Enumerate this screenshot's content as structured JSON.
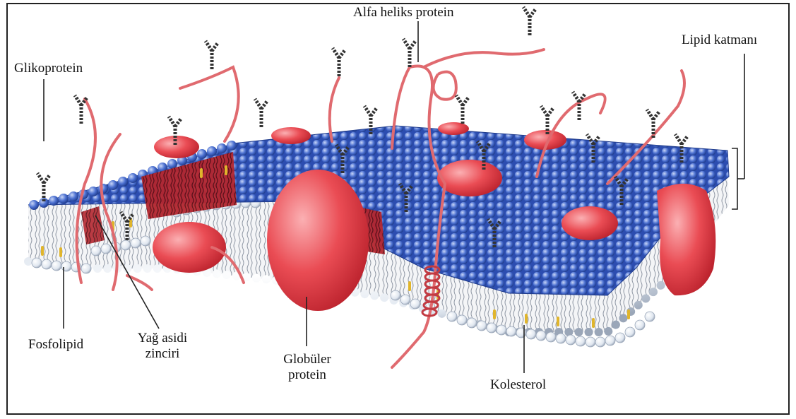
{
  "labels": {
    "glycoprotein": "Glikoprotein",
    "alpha_helix_protein": "Alfa heliks protein",
    "lipid_layer": "Lipid katmanı",
    "phospholipid": "Fosfolipid",
    "fatty_acid_chain_line1": "Yağ asidi",
    "fatty_acid_chain_line2": "zinciri",
    "globular_protein_line1": "Globüler",
    "globular_protein_line2": "protein",
    "cholesterol": "Kolesterol"
  },
  "colors": {
    "head_blue": "#3f63c7",
    "head_blue_light": "#8fa7e6",
    "head_white": "#eef2f8",
    "protein_red": "#e8414a",
    "protein_red_light": "#f48a8f",
    "tail_grey": "#9aa0aa",
    "cholesterol_yellow": "#e8c23a",
    "outline": "#222222"
  }
}
